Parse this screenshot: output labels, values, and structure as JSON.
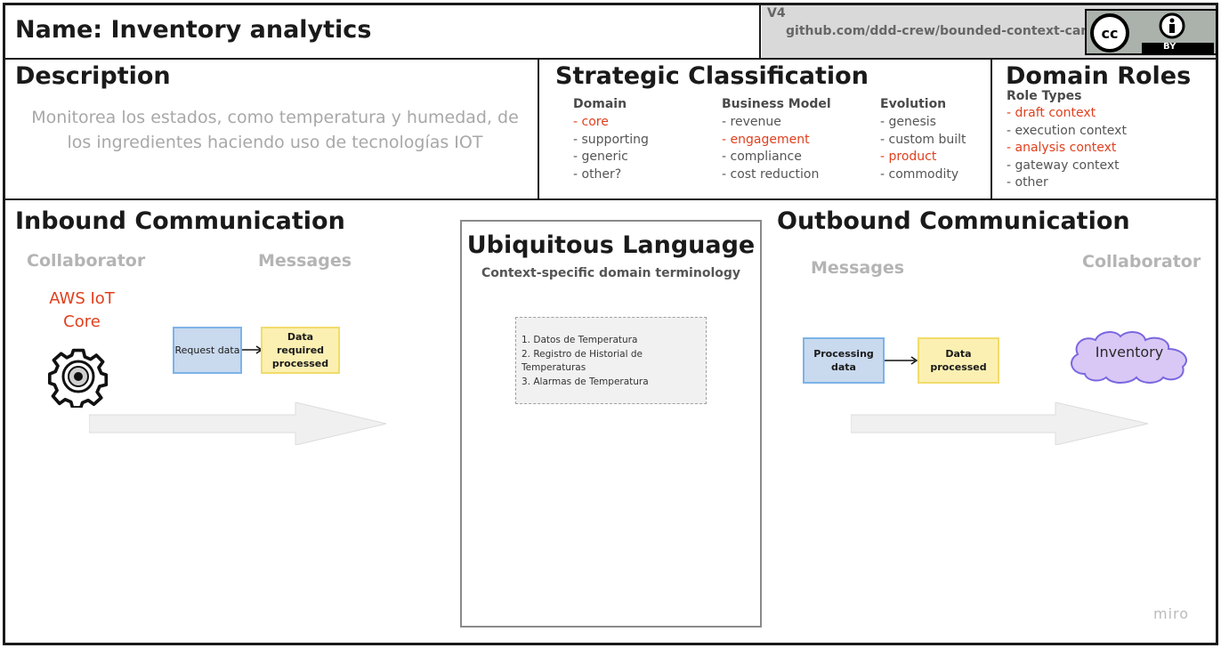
{
  "header": {
    "name_label": "Name: Inventory analytics",
    "version": "V4",
    "repo": "github.com/ddd-crew/bounded-context-canvas",
    "license_by": "BY"
  },
  "description": {
    "title": "Description",
    "text": "Monitorea los estados, como temperatura y humedad, de los ingredientes haciendo uso de tecnologías IOT"
  },
  "strategic": {
    "title": "Strategic Classification",
    "columns": [
      {
        "heading": "Domain",
        "items": [
          {
            "label": "- core",
            "selected": true
          },
          {
            "label": "- supporting",
            "selected": false
          },
          {
            "label": "- generic",
            "selected": false
          },
          {
            "label": "- other?",
            "selected": false
          }
        ]
      },
      {
        "heading": "Business Model",
        "items": [
          {
            "label": "- revenue",
            "selected": false
          },
          {
            "label": "- engagement",
            "selected": true
          },
          {
            "label": "- compliance",
            "selected": false
          },
          {
            "label": "- cost reduction",
            "selected": false
          }
        ]
      },
      {
        "heading": "Evolution",
        "items": [
          {
            "label": "- genesis",
            "selected": false
          },
          {
            "label": "- custom built",
            "selected": false
          },
          {
            "label": "- product",
            "selected": true
          },
          {
            "label": "- commodity",
            "selected": false
          }
        ]
      }
    ]
  },
  "domain_roles": {
    "title": "Domain Roles",
    "subtitle": "Role Types",
    "items": [
      {
        "label": "- draft context",
        "selected": true
      },
      {
        "label": "- execution context",
        "selected": false
      },
      {
        "label": "- analysis context",
        "selected": true
      },
      {
        "label": "- gateway context",
        "selected": false
      },
      {
        "label": "- other",
        "selected": false
      }
    ]
  },
  "inbound": {
    "title": "Inbound Communication",
    "collaborator_label": "Collaborator",
    "messages_label": "Messages",
    "collaborator": "AWS IoT Core",
    "collaborator_icon": "gear-icon",
    "message_command": "Request data",
    "message_event": "Data required processed"
  },
  "ubiquitous": {
    "title": "Ubiquitous Language",
    "subtitle": "Context-specific domain terminology",
    "terms": [
      "1. Datos de Temperatura",
      "2. Registro de Historial de Temperaturas",
      "3. Alarmas de Temperatura"
    ]
  },
  "outbound": {
    "title": "Outbound Communication",
    "messages_label": "Messages",
    "collaborator_label": "Collaborator",
    "message_command": "Processing data",
    "message_event": "Data processed",
    "collaborator": "Inventory"
  },
  "footer": {
    "brand": "miro"
  },
  "colors": {
    "selected": "#e0401e",
    "command": "#c9d9ee",
    "event": "#fbf0b2",
    "cloud": "#d9c8f5"
  }
}
